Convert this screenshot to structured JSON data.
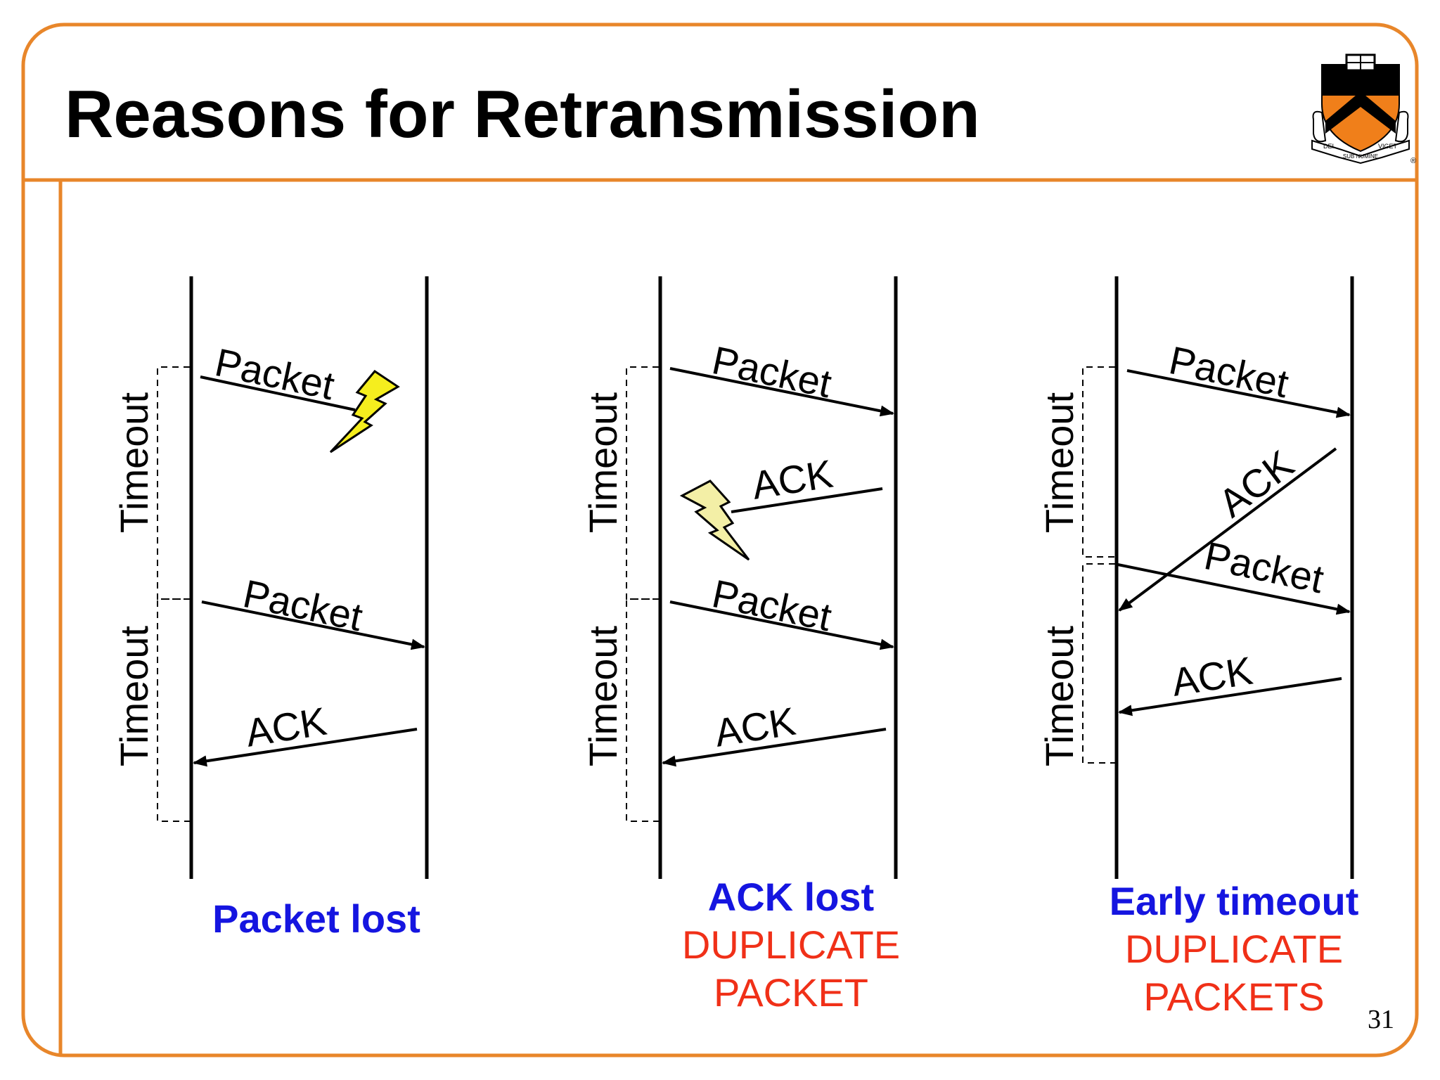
{
  "slide": {
    "title": "Reasons for Retransmission",
    "page_number": "31",
    "logo": {
      "name": "university-shield-logo",
      "motto_left": "DEI",
      "motto_center": "SUB NUMINE",
      "motto_right": "VIGET",
      "mark": "®"
    },
    "colors": {
      "border": "#E8862A",
      "caption_blue": "#1515E0",
      "caption_red": "#F03018",
      "lightning_bright": "#F5EE1E",
      "lightning_pale": "#F3EFA6",
      "shield": "#F07F1A"
    }
  },
  "labels": {
    "packet": "Packet",
    "ack": "ACK",
    "timeout": "Timeout"
  },
  "scenarios": [
    {
      "title": "Packet lost",
      "subtitle": [
        "",
        ""
      ]
    },
    {
      "title": "ACK lost",
      "subtitle": [
        "DUPLICATE",
        "PACKET"
      ]
    },
    {
      "title": "Early timeout",
      "subtitle": [
        "DUPLICATE",
        "PACKETS"
      ]
    }
  ]
}
